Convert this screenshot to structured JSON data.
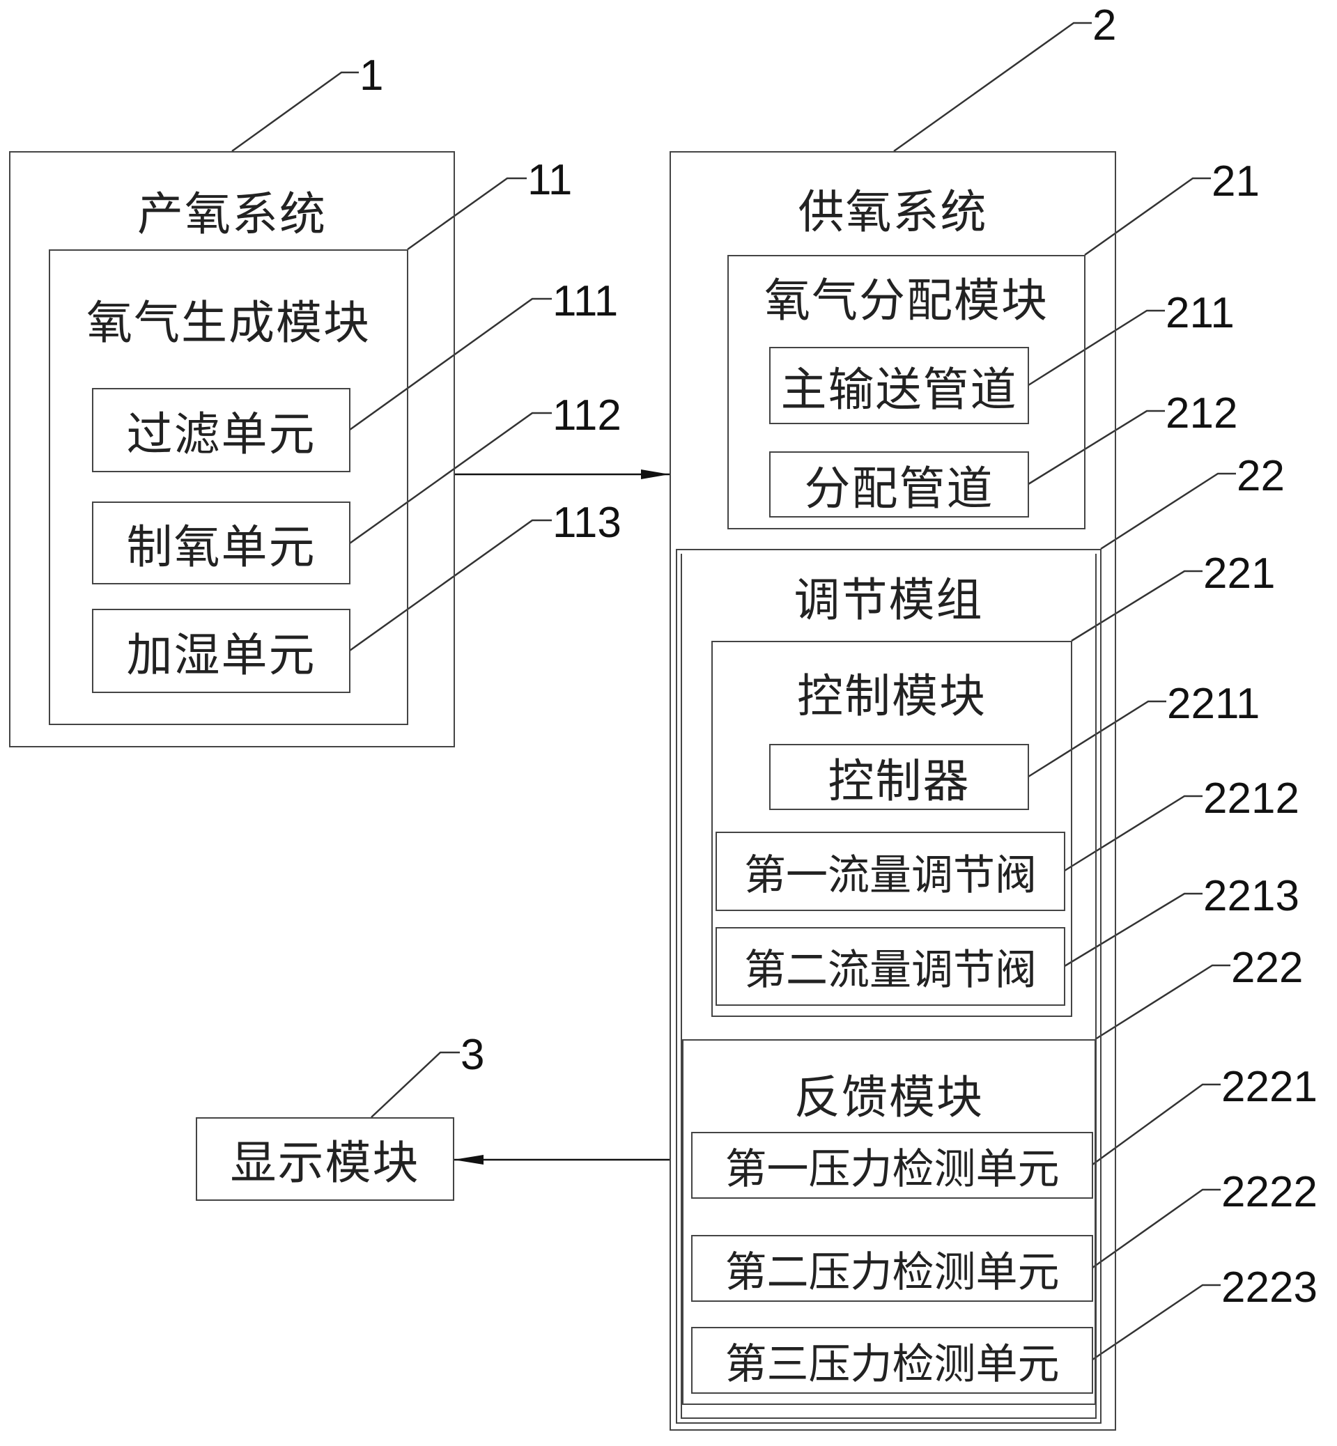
{
  "diagram": {
    "system1": {
      "ref": "1",
      "title": "产氧系统",
      "module11": {
        "ref": "11",
        "title": "氧气生成模块",
        "units": [
          {
            "ref": "111",
            "label": "过滤单元"
          },
          {
            "ref": "112",
            "label": "制氧单元"
          },
          {
            "ref": "113",
            "label": "加湿单元"
          }
        ]
      }
    },
    "system2": {
      "ref": "2",
      "title": "供氧系统",
      "module21": {
        "ref": "21",
        "title": "氧气分配模块",
        "units": [
          {
            "ref": "211",
            "label": "主输送管道"
          },
          {
            "ref": "212",
            "label": "分配管道"
          }
        ]
      },
      "module22": {
        "ref": "22",
        "title": "调节模组",
        "module221": {
          "ref": "221",
          "title": "控制模块",
          "units": [
            {
              "ref": "2211",
              "label": "控制器"
            },
            {
              "ref": "2212",
              "label": "第一流量调节阀"
            },
            {
              "ref": "2213",
              "label": "第二流量调节阀"
            }
          ]
        },
        "module222": {
          "ref": "222",
          "title": "反馈模块",
          "units": [
            {
              "ref": "2221",
              "label": "第一压力检测单元"
            },
            {
              "ref": "2222",
              "label": "第二压力检测单元"
            },
            {
              "ref": "2223",
              "label": "第三压力检测单元"
            }
          ]
        }
      }
    },
    "display": {
      "ref": "3",
      "label": "显示模块"
    },
    "connections": [
      {
        "from": "产氧系统",
        "to": "供氧系统"
      },
      {
        "from": "供氧系统",
        "to": "显示模块"
      }
    ]
  }
}
